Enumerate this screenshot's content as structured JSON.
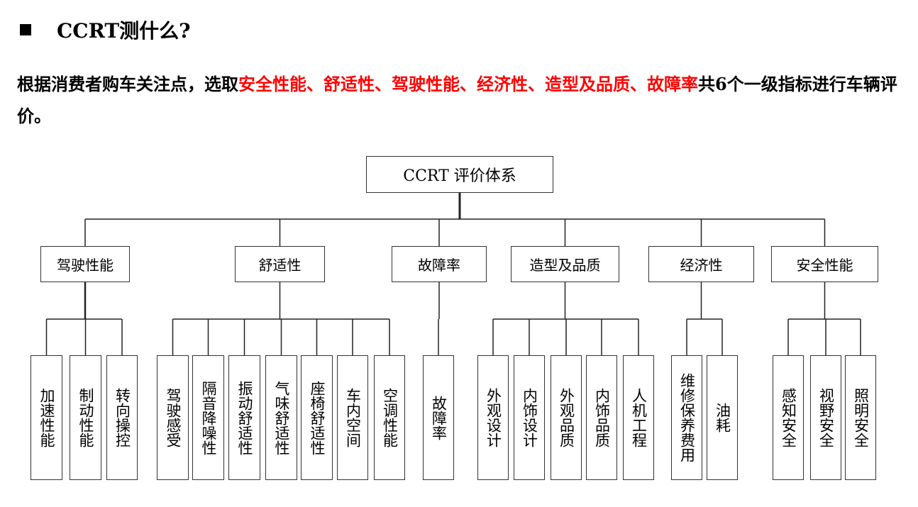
{
  "heading": "CCRT测什么?",
  "paragraph": {
    "prefix": "根据消费者购车关注点，选取",
    "highlight": "安全性能、舒适性、驾驶性能、经济性、造型及品质、故障率",
    "suffix": "共6个一级指标进行车辆评价。"
  },
  "colors": {
    "highlight": "#ff0000"
  },
  "diagram": {
    "root": "CCRT 评价体系",
    "categories": [
      {
        "label": "驾驶性能",
        "children": [
          "加速性能",
          "制动性能",
          "转向操控"
        ]
      },
      {
        "label": "舒适性",
        "children": [
          "驾驶感受",
          "隔音降噪性",
          "振动舒适性",
          "气味舒适性",
          "座椅舒适性",
          "车内空间",
          "空调性能"
        ]
      },
      {
        "label": "故障率",
        "children": [
          "故障率"
        ]
      },
      {
        "label": "造型及品质",
        "children": [
          "外观设计",
          "内饰设计",
          "外观品质",
          "内饰品质",
          "人机工程"
        ]
      },
      {
        "label": "经济性",
        "children": [
          "维修保养费用",
          "油耗"
        ]
      },
      {
        "label": "安全性能",
        "children": [
          "感知安全",
          "视野安全",
          "照明安全"
        ]
      }
    ]
  }
}
